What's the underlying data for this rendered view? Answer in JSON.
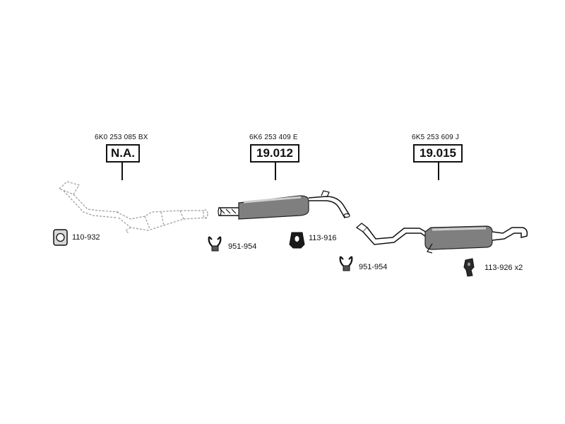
{
  "groups": [
    {
      "oem_number": "6K0 253 085 BX",
      "ref": "N.A."
    },
    {
      "oem_number": "6K6 253 409 E",
      "ref": "19.012"
    },
    {
      "oem_number": "6K5 253 609 J",
      "ref": "19.015"
    }
  ],
  "accessories": {
    "gasket": "110-932",
    "clamp_1": "951-954",
    "mount_1": "113-916",
    "clamp_2": "951-954",
    "hanger": "113-926 x2"
  }
}
